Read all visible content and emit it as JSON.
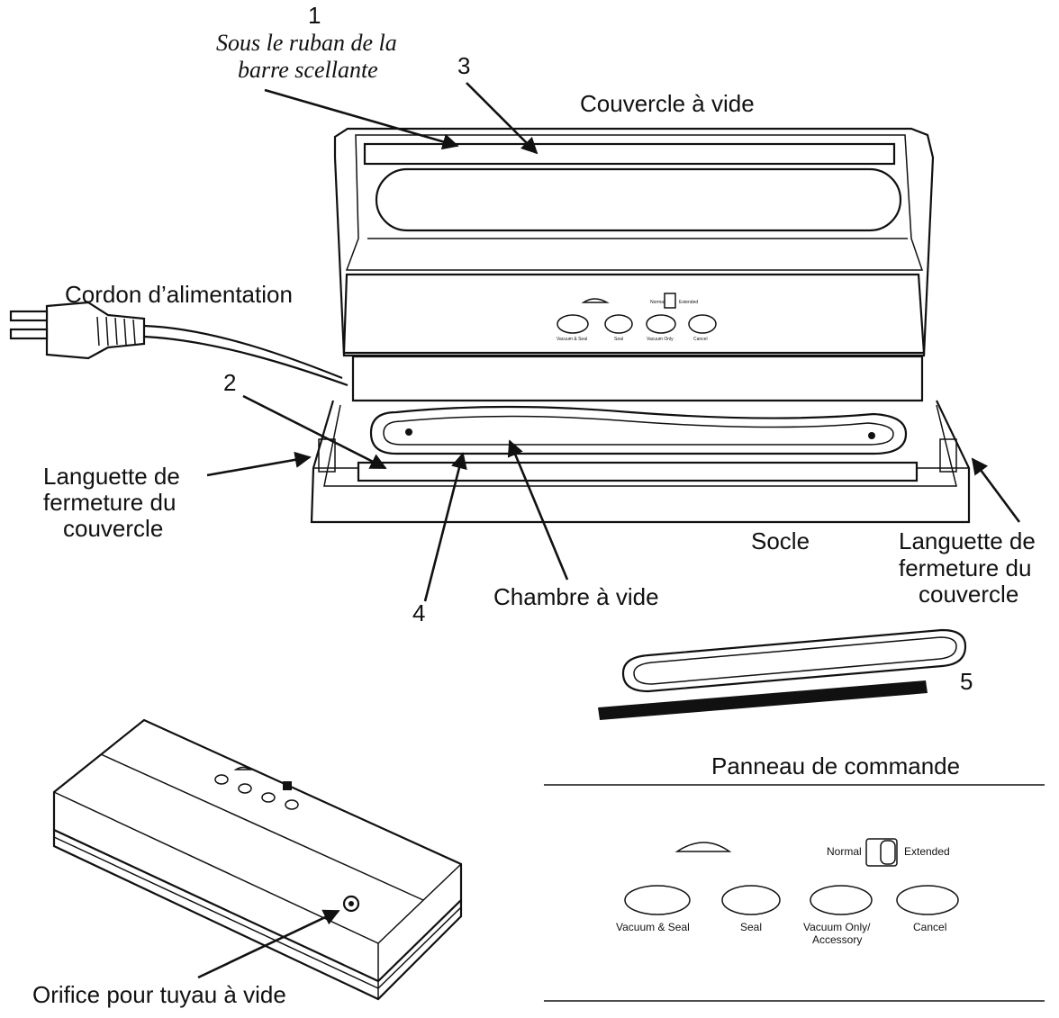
{
  "callouts": {
    "n1": "1",
    "n1_caption_line1": "Sous le ruban de la",
    "n1_caption_line2": "barre scellante",
    "n2": "2",
    "n3": "3",
    "n4": "4",
    "n5": "5",
    "lid": "Couvercle à vide",
    "cord": "Cordon d’alimentation",
    "latch_left_line1": "Languette de",
    "latch_left_line2": "fermeture du",
    "latch_left_line3": "couvercle",
    "latch_right_line1": "Languette de",
    "latch_right_line2": "fermeture du",
    "latch_right_line3": "couvercle",
    "base": "Socle",
    "chamber": "Chambre à vide",
    "port": "Orifice pour tuyau à vide"
  },
  "panel": {
    "title": "Panneau de commande",
    "switch_left": "Normal",
    "switch_right": "Extended",
    "btn_vacuum_seal": "Vacuum & Seal",
    "btn_seal": "Seal",
    "btn_vacuum_only_line1": "Vacuum Only/",
    "btn_vacuum_only_line2": "Accessory",
    "btn_cancel": "Cancel"
  },
  "colors": {
    "ink": "#111111",
    "paper": "#ffffff"
  }
}
